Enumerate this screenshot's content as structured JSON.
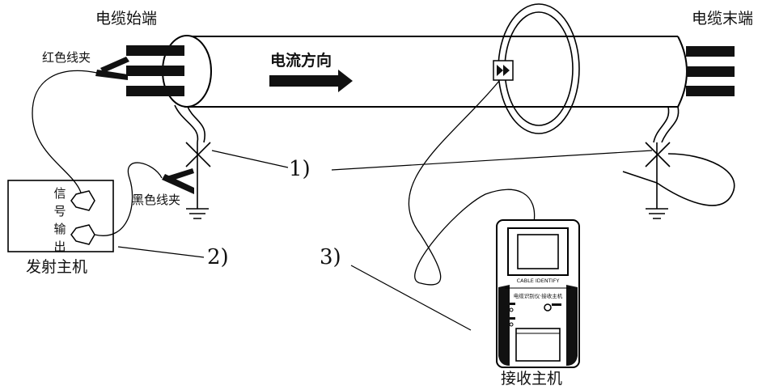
{
  "labels": {
    "cable_start": "电缆始端",
    "cable_end": "电缆末端",
    "red_clamp": "红色线夹",
    "black_clamp": "黑色线夹",
    "current_direction": "电流方向",
    "signal": "信号",
    "output": "输出",
    "transmitter": "发射主机",
    "receiver": "接收主机",
    "marker_1": "1)",
    "marker_2": "2)",
    "marker_3": "3)"
  },
  "receiver_panel": {
    "brand": "CABLE IDENTIFY",
    "model": "电缆识别仪·接收主机"
  }
}
